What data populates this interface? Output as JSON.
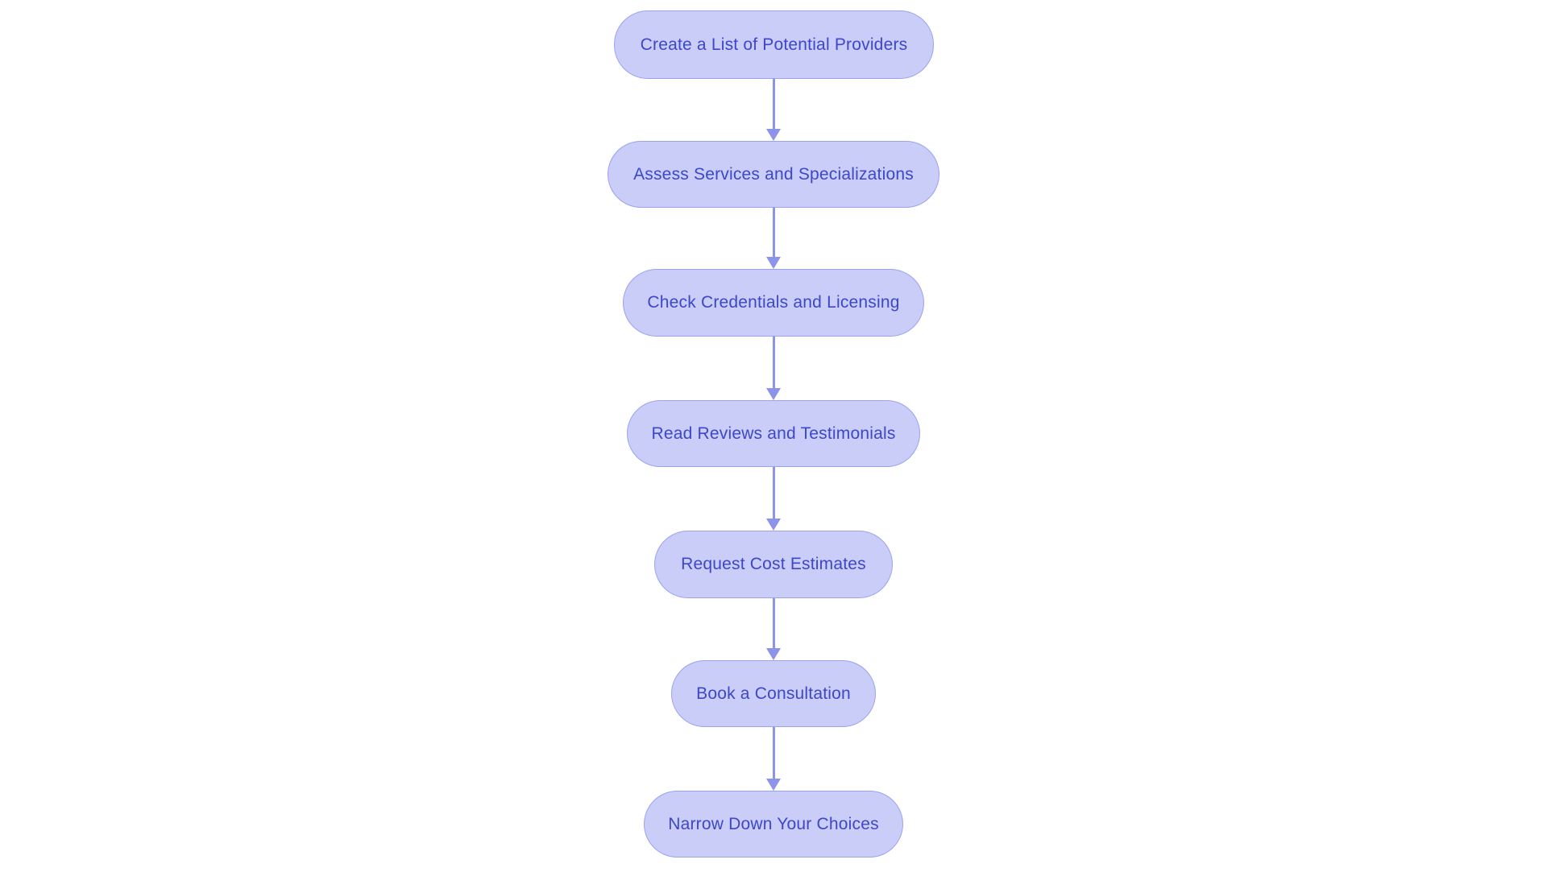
{
  "diagram": {
    "type": "flowchart",
    "direction": "top-down",
    "colors": {
      "background": "#ffffff",
      "node_fill": "#c9cdf8",
      "node_border": "#9ba3ef",
      "node_text": "#3d47c8",
      "arrow": "#8c94ea"
    },
    "nodes": [
      {
        "id": "step-1",
        "label": "Create a List of Potential Providers"
      },
      {
        "id": "step-2",
        "label": "Assess Services and Specializations"
      },
      {
        "id": "step-3",
        "label": "Check Credentials and Licensing"
      },
      {
        "id": "step-4",
        "label": "Read Reviews and Testimonials"
      },
      {
        "id": "step-5",
        "label": "Request Cost Estimates"
      },
      {
        "id": "step-6",
        "label": "Book a Consultation"
      },
      {
        "id": "step-7",
        "label": "Narrow Down Your Choices"
      }
    ],
    "edges": [
      {
        "from": "step-1",
        "to": "step-2"
      },
      {
        "from": "step-2",
        "to": "step-3"
      },
      {
        "from": "step-3",
        "to": "step-4"
      },
      {
        "from": "step-4",
        "to": "step-5"
      },
      {
        "from": "step-5",
        "to": "step-6"
      },
      {
        "from": "step-6",
        "to": "step-7"
      }
    ]
  }
}
